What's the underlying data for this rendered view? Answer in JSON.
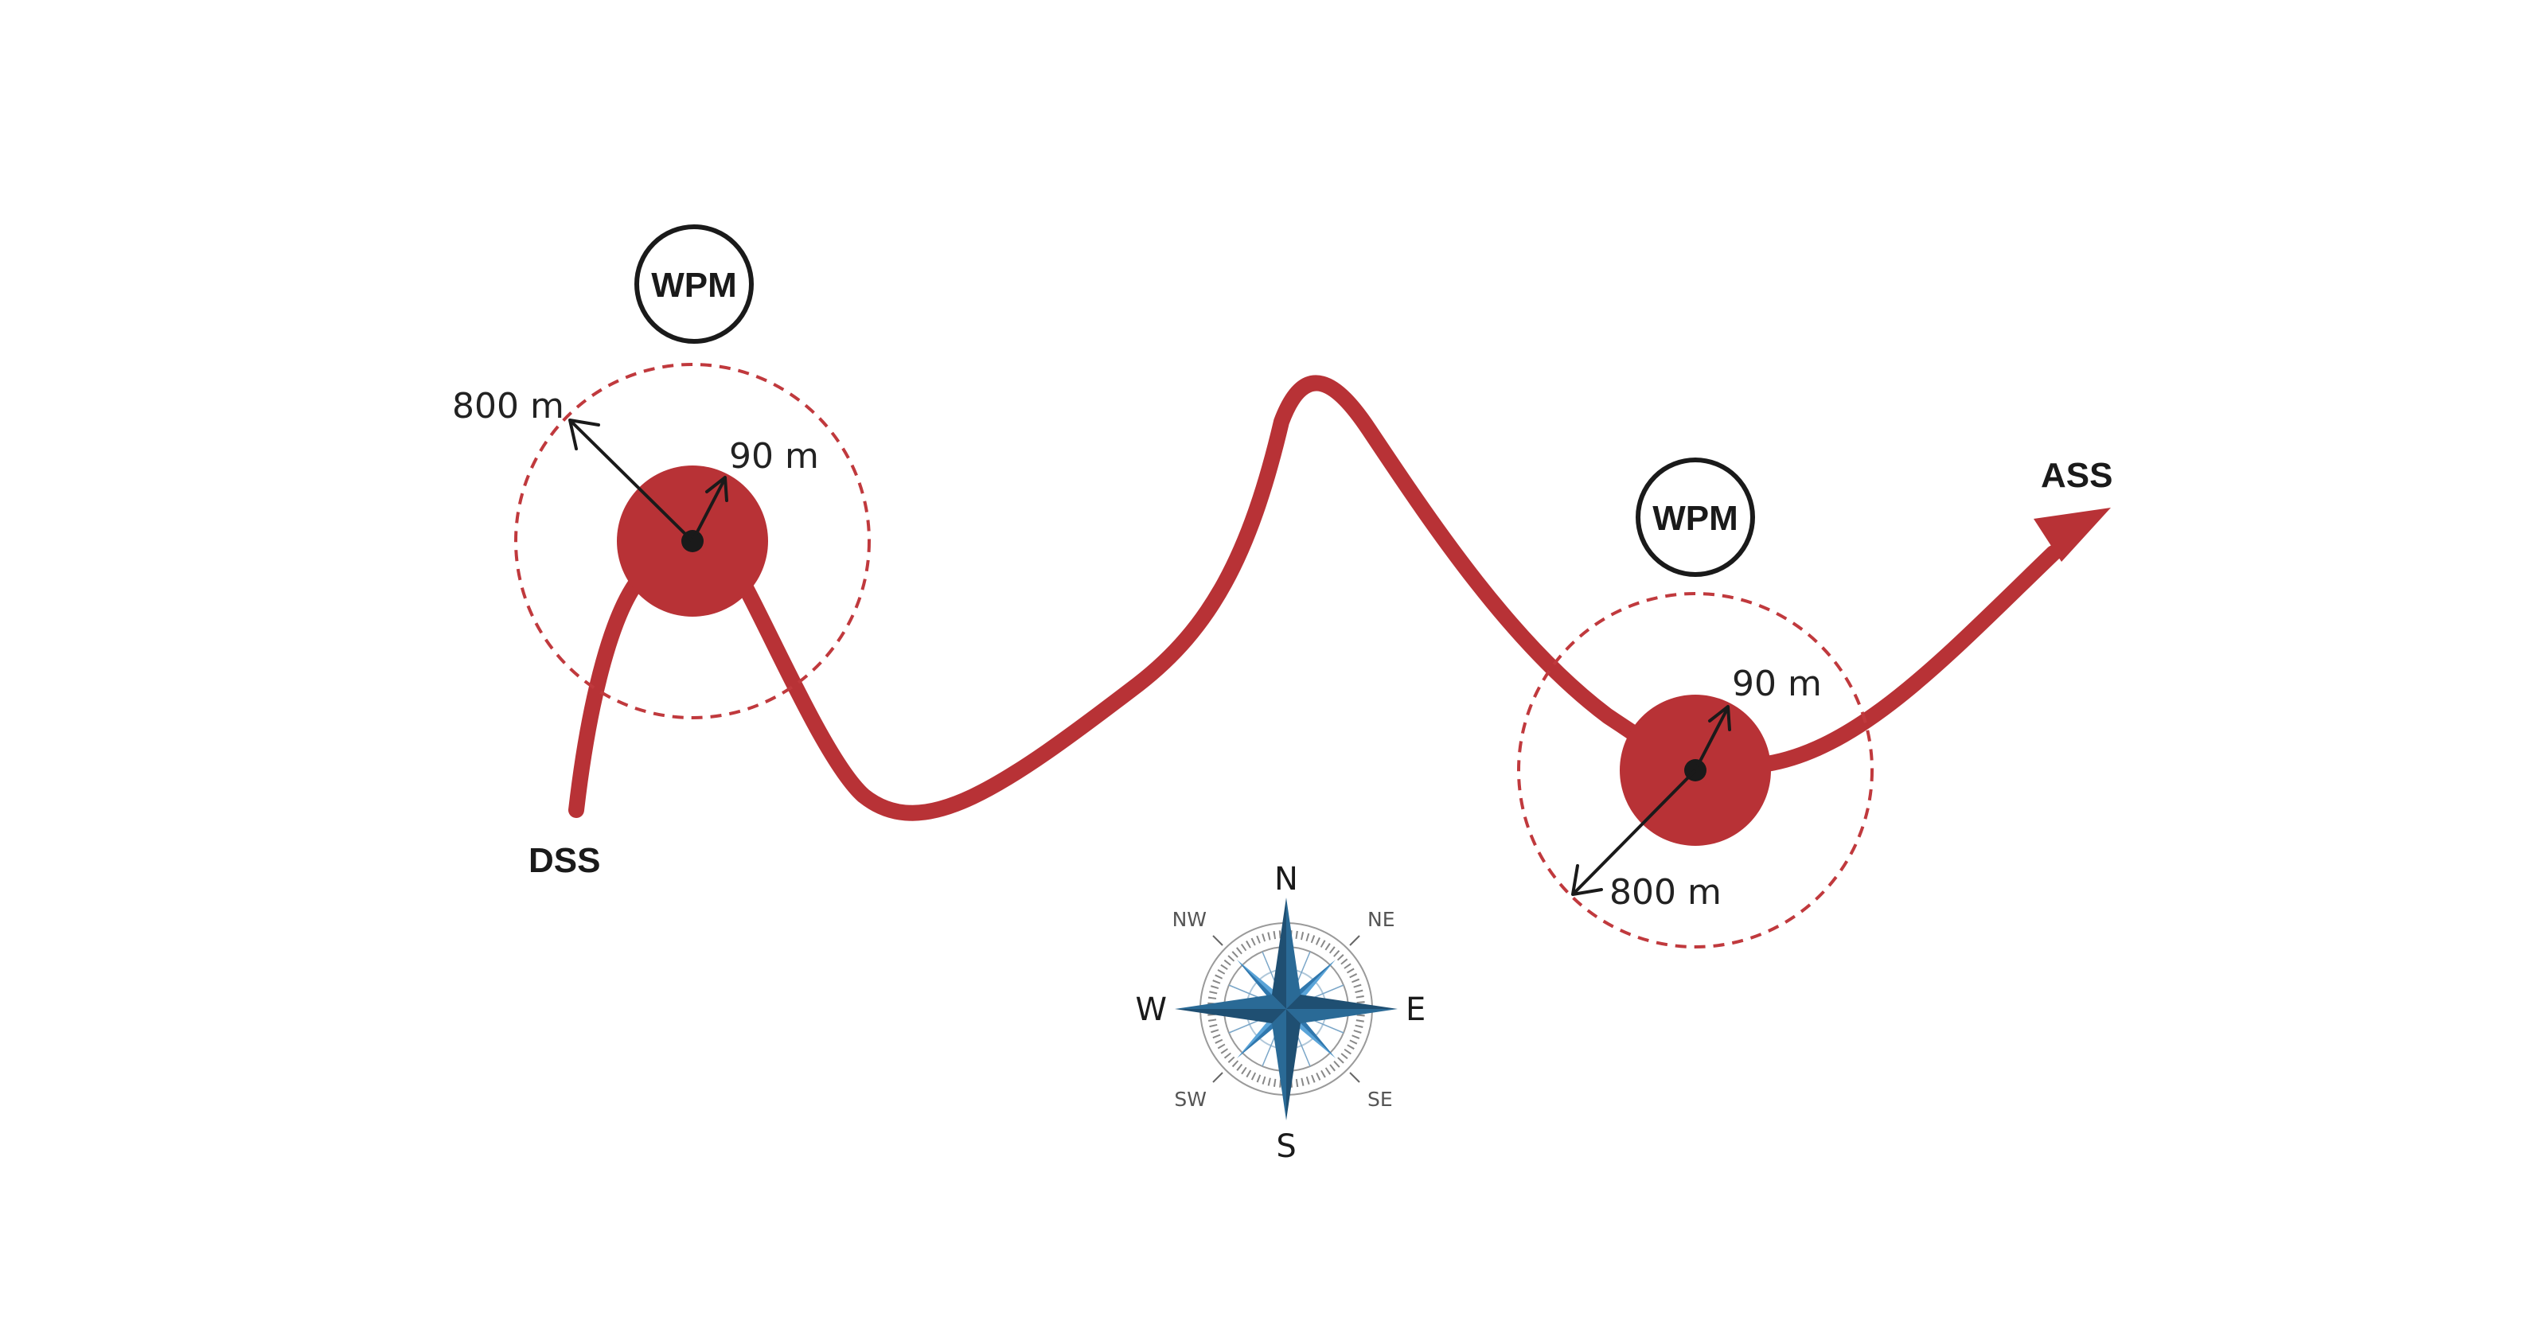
{
  "colors": {
    "route": "#b83236",
    "waypoint_fill": "#b83236",
    "dashed_circle": "#c0393d",
    "arrow": "#1a1a1a",
    "compass_dark": "#1f4f72",
    "compass_light": "#5aa4d8"
  },
  "route": {
    "start_label": "DSS",
    "end_label": "ASS"
  },
  "waypoints": [
    {
      "badge": "WPM",
      "inner_radius_label": "90 m",
      "outer_radius_label": "800 m"
    },
    {
      "badge": "WPM",
      "inner_radius_label": "90 m",
      "outer_radius_label": "800 m"
    }
  ],
  "compass": {
    "north": "N",
    "south": "S",
    "east": "E",
    "west": "W",
    "northeast": "NE",
    "northwest": "NW",
    "southeast": "SE",
    "southwest": "SW"
  }
}
